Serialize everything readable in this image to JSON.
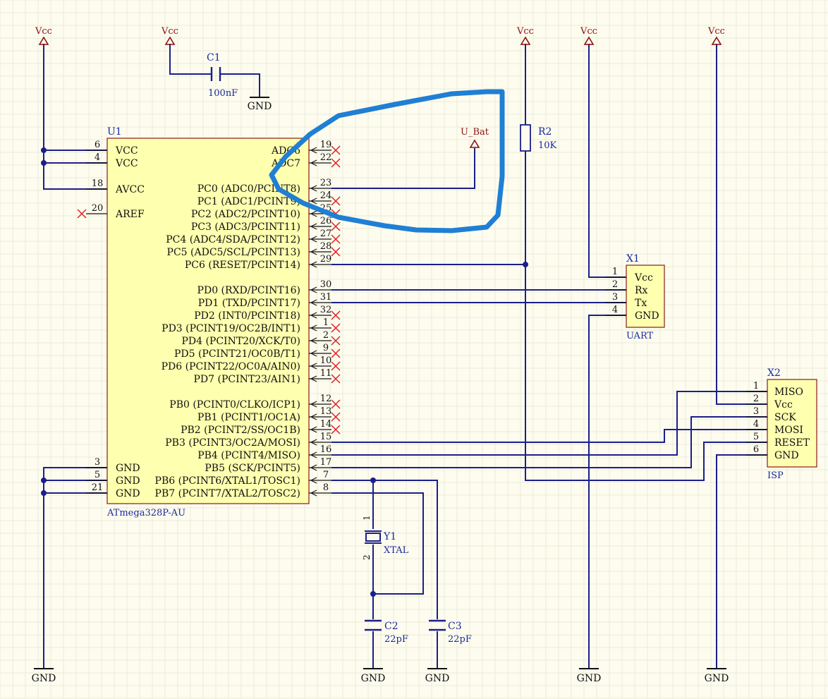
{
  "power_label": "Vcc",
  "gnd_label": "GND",
  "u1": {
    "designator": "U1",
    "part": "ATmega328P-AU",
    "left_pins": [
      {
        "num": "6",
        "name": "VCC"
      },
      {
        "num": "4",
        "name": "VCC"
      },
      {
        "num": "18",
        "name": "AVCC"
      },
      {
        "num": "20",
        "name": "AREF"
      },
      {
        "num": "3",
        "name": "GND"
      },
      {
        "num": "5",
        "name": "GND"
      },
      {
        "num": "21",
        "name": "GND"
      }
    ],
    "right_pins": [
      {
        "num": "19",
        "name": "ADC6"
      },
      {
        "num": "22",
        "name": "ADC7"
      },
      {
        "num": "23",
        "name": "PC0 (ADC0/PCINT8)"
      },
      {
        "num": "24",
        "name": "PC1 (ADC1/PCINT9)"
      },
      {
        "num": "25",
        "name": "PC2 (ADC2/PCINT10)"
      },
      {
        "num": "26",
        "name": "PC3 (ADC3/PCINT11)"
      },
      {
        "num": "27",
        "name": "PC4 (ADC4/SDA/PCINT12)"
      },
      {
        "num": "28",
        "name": "PC5 (ADC5/SCL/PCINT13)"
      },
      {
        "num": "29",
        "name": "PC6 (RESET/PCINT14)"
      },
      {
        "num": "30",
        "name": "PD0 (RXD/PCINT16)"
      },
      {
        "num": "31",
        "name": "PD1 (TXD/PCINT17)"
      },
      {
        "num": "32",
        "name": "PD2 (INT0/PCINT18)"
      },
      {
        "num": "1",
        "name": "PD3 (PCINT19/OC2B/INT1)"
      },
      {
        "num": "2",
        "name": "PD4 (PCINT20/XCK/T0)"
      },
      {
        "num": "9",
        "name": "PD5 (PCINT21/OC0B/T1)"
      },
      {
        "num": "10",
        "name": "PD6 (PCINT22/OC0A/AIN0)"
      },
      {
        "num": "11",
        "name": "PD7 (PCINT23/AIN1)"
      },
      {
        "num": "12",
        "name": "PB0 (PCINT0/CLKO/ICP1)"
      },
      {
        "num": "13",
        "name": "PB1 (PCINT1/OC1A)"
      },
      {
        "num": "14",
        "name": "PB2 (PCINT2/SS/OC1B)"
      },
      {
        "num": "15",
        "name": "PB3 (PCINT3/OC2A/MOSI)"
      },
      {
        "num": "16",
        "name": "PB4 (PCINT4/MISO)"
      },
      {
        "num": "17",
        "name": "PB5 (SCK/PCINT5)"
      },
      {
        "num": "7",
        "name": "PB6 (PCINT6/XTAL1/TOSC1)"
      },
      {
        "num": "8",
        "name": "PB7 (PCINT7/XTAL2/TOSC2)"
      }
    ]
  },
  "c1": {
    "designator": "C1",
    "value": "100nF"
  },
  "r2": {
    "designator": "R2",
    "value": "10K"
  },
  "u_bat": "U_Bat",
  "x1": {
    "designator": "X1",
    "name": "UART",
    "pins": [
      {
        "num": "1",
        "name": "Vcc"
      },
      {
        "num": "2",
        "name": "Rx"
      },
      {
        "num": "3",
        "name": "Tx"
      },
      {
        "num": "4",
        "name": "GND"
      }
    ]
  },
  "x2": {
    "designator": "X2",
    "name": "ISP",
    "pins": [
      {
        "num": "1",
        "name": "MISO"
      },
      {
        "num": "2",
        "name": "Vcc"
      },
      {
        "num": "3",
        "name": "SCK"
      },
      {
        "num": "4",
        "name": "MOSI"
      },
      {
        "num": "5",
        "name": "RESET"
      },
      {
        "num": "6",
        "name": "GND"
      }
    ]
  },
  "y1": {
    "designator": "Y1",
    "value": "XTAL",
    "pin1": "1",
    "pin2": "2"
  },
  "c2": {
    "designator": "C2",
    "value": "22pF"
  },
  "c3": {
    "designator": "C3",
    "value": "22pF"
  },
  "colors": {
    "wire": "#1b1f8a",
    "component_fill": "#ffffb0",
    "component_stroke": "#8a1a1a",
    "power_label": "#8a1010",
    "designator": "#1a2aa0",
    "highlight_stroke": "#1f7fd4",
    "no_connect": "#e02020"
  }
}
